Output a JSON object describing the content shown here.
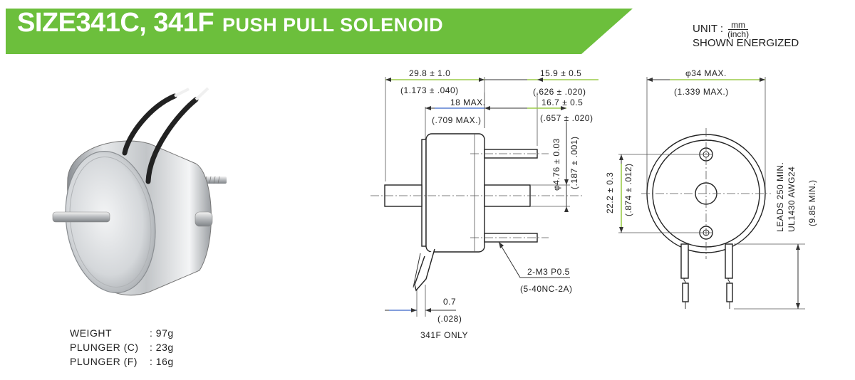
{
  "header": {
    "model": "SIZE341C, 341F",
    "product": "PUSH PULL SOLENOID",
    "banner_color": "#6cbf3c"
  },
  "unit": {
    "label": "UNIT :",
    "numerator": "mm",
    "denominator": "(inch)",
    "note": "SHOWN ENERGIZED"
  },
  "specs": [
    {
      "label": "WEIGHT",
      "value": ": 97g"
    },
    {
      "label": "PLUNGER (C)",
      "value": ": 23g"
    },
    {
      "label": "PLUNGER (F)",
      "value": ": 16g"
    }
  ],
  "side_view": {
    "overall_length": "29.8 ± 1.0",
    "overall_length_in": "(1.173 ± .040)",
    "body_length": "18 MAX.",
    "body_length_in": "(.709 MAX.)",
    "stud_length": "15.9 ± 0.5",
    "stud_length_in": "(.626 ± .020)",
    "plunger_ext": "16.7 ± 0.5",
    "plunger_ext_in": "(.657 ± .020)",
    "plunger_dia": "φ4.76 ± 0.03",
    "plunger_dia_in": "(.187 ± .001)",
    "thread": "2-M3 P0.5",
    "thread_in": "(5-40NC-2A)",
    "flange": "0.7",
    "flange_in": "(.028)",
    "flange_note": "341F ONLY"
  },
  "front_view": {
    "diameter": "φ34 MAX.",
    "diameter_in": "(1.339 MAX.)",
    "hole_spacing": "22.2 ± 0.3",
    "hole_spacing_in": "(.874 ± .012)",
    "leads_1": "LEADS 250 MIN.",
    "leads_2": "UL1430 AWG24",
    "leads_in": "(9.85 MIN.)"
  },
  "colors": {
    "highlight_green": "#9ccc4a",
    "highlight_blue": "#5a7fd0"
  }
}
